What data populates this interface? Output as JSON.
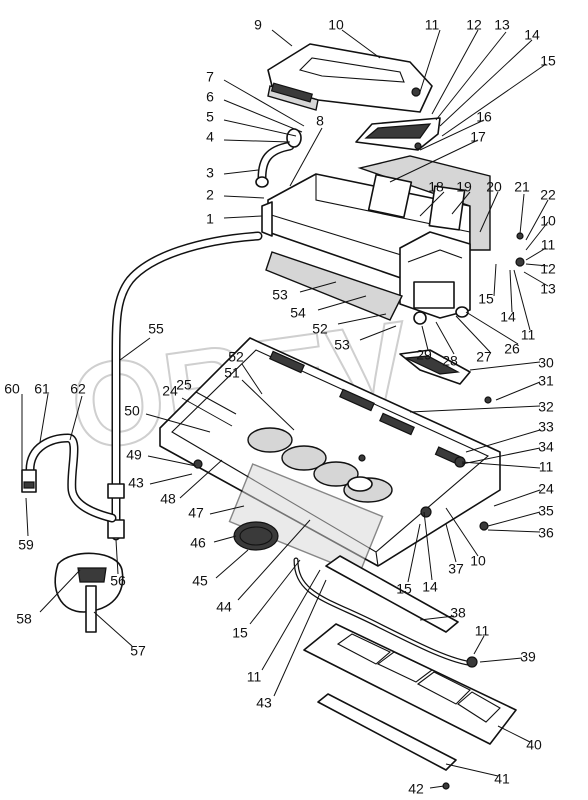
{
  "watermark": "OREV",
  "callouts": [
    {
      "label": "9"
    },
    {
      "label": "10"
    },
    {
      "label": "11"
    },
    {
      "label": "12"
    },
    {
      "label": "13"
    },
    {
      "label": "14"
    },
    {
      "label": "15"
    },
    {
      "label": "7"
    },
    {
      "label": "6"
    },
    {
      "label": "5"
    },
    {
      "label": "4"
    },
    {
      "label": "8"
    },
    {
      "label": "16"
    },
    {
      "label": "17"
    },
    {
      "label": "3"
    },
    {
      "label": "2"
    },
    {
      "label": "1"
    },
    {
      "label": "18"
    },
    {
      "label": "19"
    },
    {
      "label": "20"
    },
    {
      "label": "21"
    },
    {
      "label": "22"
    },
    {
      "label": "10"
    },
    {
      "label": "11"
    },
    {
      "label": "12"
    },
    {
      "label": "13"
    },
    {
      "label": "15"
    },
    {
      "label": "14"
    },
    {
      "label": "11"
    },
    {
      "label": "53"
    },
    {
      "label": "54"
    },
    {
      "label": "52"
    },
    {
      "label": "53"
    },
    {
      "label": "26"
    },
    {
      "label": "27"
    },
    {
      "label": "28"
    },
    {
      "label": "29"
    },
    {
      "label": "55"
    },
    {
      "label": "52"
    },
    {
      "label": "30"
    },
    {
      "label": "31"
    },
    {
      "label": "32"
    },
    {
      "label": "60"
    },
    {
      "label": "61"
    },
    {
      "label": "62"
    },
    {
      "label": "24"
    },
    {
      "label": "25"
    },
    {
      "label": "51"
    },
    {
      "label": "50"
    },
    {
      "label": "33"
    },
    {
      "label": "34"
    },
    {
      "label": "11"
    },
    {
      "label": "49"
    },
    {
      "label": "43"
    },
    {
      "label": "48"
    },
    {
      "label": "24"
    },
    {
      "label": "35"
    },
    {
      "label": "36"
    },
    {
      "label": "47"
    },
    {
      "label": "59"
    },
    {
      "label": "46"
    },
    {
      "label": "14"
    },
    {
      "label": "37"
    },
    {
      "label": "10"
    },
    {
      "label": "15"
    },
    {
      "label": "56"
    },
    {
      "label": "45"
    },
    {
      "label": "44"
    },
    {
      "label": "58"
    },
    {
      "label": "57"
    },
    {
      "label": "15"
    },
    {
      "label": "38"
    },
    {
      "label": "11"
    },
    {
      "label": "39"
    },
    {
      "label": "11"
    },
    {
      "label": "43"
    },
    {
      "label": "40"
    },
    {
      "label": "41"
    },
    {
      "label": "42"
    }
  ]
}
